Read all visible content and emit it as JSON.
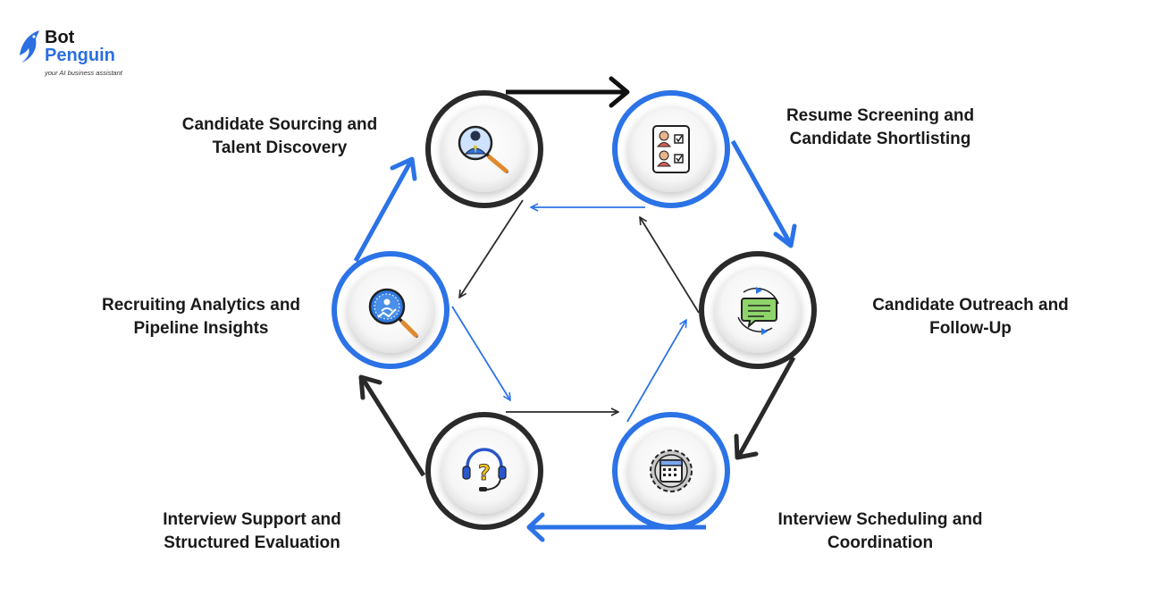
{
  "brand": {
    "name_line1": "Bot",
    "name_line2": "Penguin",
    "tagline": "your AI business assistant",
    "accent_color": "#2b6fe0"
  },
  "colors": {
    "blue": "#2b73e6",
    "dark": "#2a2a2a"
  },
  "nodes": [
    {
      "id": "sourcing",
      "line1": "Candidate Sourcing and",
      "line2": "Talent Discovery",
      "ring": "dark",
      "icon": "search-person-icon"
    },
    {
      "id": "screening",
      "line1": "Resume Screening and",
      "line2": "Candidate Shortlisting",
      "ring": "blue",
      "icon": "resume-checklist-icon"
    },
    {
      "id": "outreach",
      "line1": "Candidate Outreach and",
      "line2": "Follow-Up",
      "ring": "dark",
      "icon": "chat-bubble-icon"
    },
    {
      "id": "scheduling",
      "line1": "Interview Scheduling and",
      "line2": "Coordination",
      "ring": "blue",
      "icon": "calendar-gear-icon"
    },
    {
      "id": "interview",
      "line1": "Interview Support and",
      "line2": "Structured Evaluation",
      "ring": "dark",
      "icon": "headset-question-icon"
    },
    {
      "id": "analytics",
      "line1": "Recruiting Analytics and",
      "line2": "Pipeline Insights",
      "ring": "blue",
      "icon": "analytics-magnifier-icon"
    }
  ]
}
